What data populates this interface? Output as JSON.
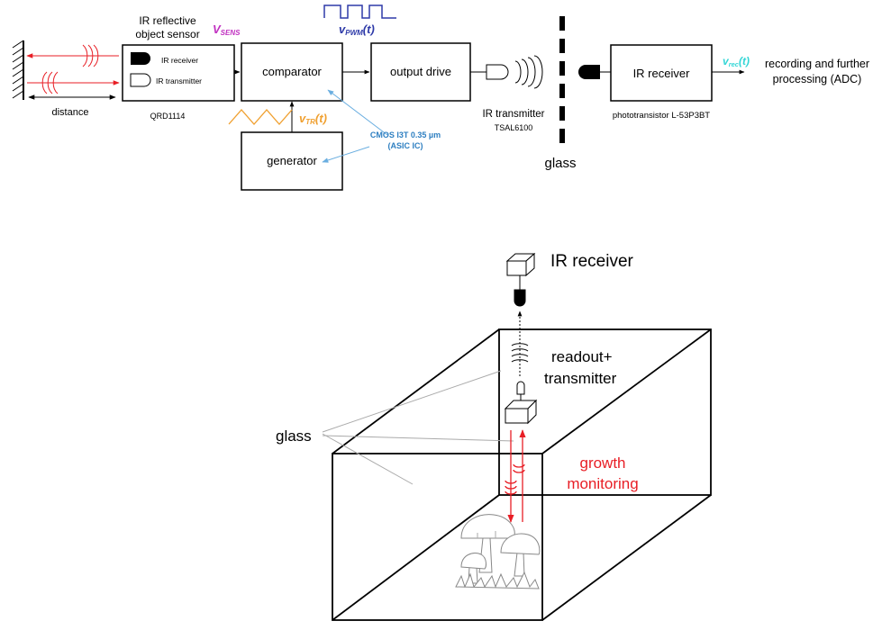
{
  "top_diagram": {
    "sensor": {
      "title_line1": "IR reflective",
      "title_line2": "object sensor",
      "receiver_label": "IR receiver",
      "transmitter_label": "IR transmitter",
      "part_number": "QRD1114"
    },
    "distance_label": "distance",
    "signals": {
      "v_sens_main": "V",
      "v_sens_sub": "SENS",
      "v_pwm_main": "v",
      "v_pwm_sub": "PWM",
      "v_pwm_suffix": "(t)",
      "v_tr_main": "v",
      "v_tr_sub": "TR",
      "v_tr_suffix": "(t)",
      "v_rec_main": "v",
      "v_rec_sub": "rec",
      "v_rec_suffix": "(t)"
    },
    "blocks": {
      "comparator": "comparator",
      "output_drive": "output drive",
      "generator": "generator",
      "ir_receiver": "IR receiver"
    },
    "asic_line1": "CMOS I3T 0.35 µm",
    "asic_line2": "(ASIC IC)",
    "ir_transmitter_label": "IR transmitter",
    "ir_transmitter_part": "TSAL6100",
    "glass_label": "glass",
    "phototransistor_label": "phototransistor L-53P3BT",
    "recording_line1": "recording and further",
    "recording_line2": "processing (ADC)"
  },
  "bottom_diagram": {
    "ir_receiver_label": "IR receiver",
    "readout_line1": "readout+",
    "readout_line2": "transmitter",
    "glass_label": "glass",
    "growth_line1": "growth",
    "growth_line2": "monitoring"
  },
  "colors": {
    "ir_red": "#e81e25",
    "v_sens": "#c030c0",
    "v_pwm": "#2e3aa8",
    "v_tr": "#f0a030",
    "v_rec": "#33d6d6",
    "asic_blue": "#2e7fc1",
    "growth_red": "#e81e25"
  }
}
